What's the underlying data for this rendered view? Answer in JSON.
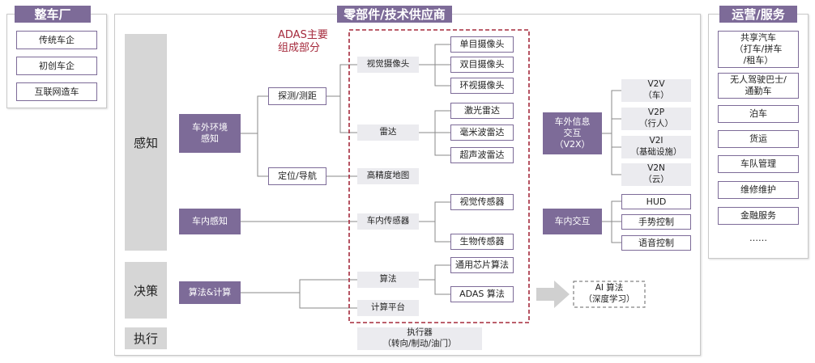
{
  "left_panel": {
    "title": "整车厂",
    "items": [
      "传统车企",
      "初创车企",
      "互联网造车"
    ]
  },
  "center": {
    "title": "零部件/技术供应商",
    "categories": [
      "感知",
      "决策",
      "执行"
    ],
    "adas_label": "ADAS主要\n组成部分",
    "nodes": {
      "external_env": "车外环境\n感知",
      "internal": "车内感知",
      "algo_compute": "算法&计算",
      "detect": "探测/测距",
      "locate": "定位/导航",
      "vision_camera": "视觉摄像头",
      "radar": "雷达",
      "hd_map": "高精度地图",
      "in_car_sensor": "车内传感器",
      "algorithm": "算法",
      "compute_platform": "计算平台",
      "actuator": "执行器\n（转向/制动/油门）"
    },
    "camera_types": [
      "单目摄像头",
      "双目摄像头",
      "环视摄像头"
    ],
    "radar_types": [
      "激光雷达",
      "毫米波雷达",
      "超声波雷达"
    ],
    "sensor_types": [
      "视觉传感器",
      "生物传感器"
    ],
    "algo_types": [
      "通用芯片算法",
      "ADAS 算法"
    ],
    "ai_algo": "AI 算法\n（深度学习）",
    "v2x": {
      "label": "车外信息\n交互\n（V2X）",
      "items": [
        "V2V\n（车）",
        "V2P\n（行人）",
        "V2I\n（基础设施）",
        "V2N\n（云）"
      ]
    },
    "in_car_interaction": {
      "label": "车内交互",
      "items": [
        "HUD",
        "手势控制",
        "语音控制"
      ]
    }
  },
  "right_panel": {
    "title": "运营/服务",
    "items": [
      "共享汽车\n（打车/拼车\n/租车）",
      "无人驾驶巴士/\n通勤车",
      "泊车",
      "货运",
      "车队管理",
      "维修维护",
      "金融服务",
      "……"
    ]
  }
}
